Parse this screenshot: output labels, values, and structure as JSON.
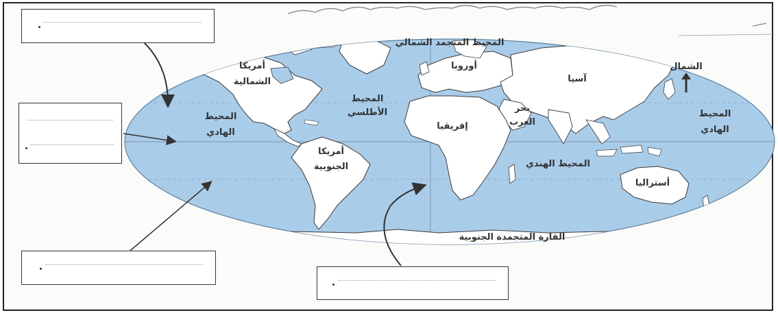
{
  "map": {
    "labels": {
      "arctic_ocean": "المحيط المتجمد الشمالي",
      "north_america_1": "أمريكا",
      "north_america_2": "الشمالية",
      "europe": "أوروبا",
      "asia": "آسيا",
      "north": "الشمال",
      "atlantic_1": "المحيط",
      "atlantic_2": "الأطلسي",
      "pacific_west_1": "المحيط",
      "pacific_west_2": "الهادي",
      "pacific_east_1": "المحيط",
      "pacific_east_2": "الهادي",
      "arabian_sea_1": "بحر",
      "arabian_sea_2": "العرب",
      "africa": "إفريقيا",
      "south_america_1": "أمريكا",
      "south_america_2": "الجنوبية",
      "indian_ocean": "المحيط الهندي",
      "australia": "أستراليا",
      "antarctica": "القارة المتجمدة الجنوبية"
    },
    "colors": {
      "ocean": "#a9cce9",
      "land": "#ffffff",
      "border": "#3a3a3a"
    }
  },
  "answer_boxes": [
    {
      "id": "top-left",
      "value": ""
    },
    {
      "id": "middle-left",
      "value": ""
    },
    {
      "id": "bottom-left",
      "value": ""
    },
    {
      "id": "bottom-center",
      "value": ""
    }
  ]
}
